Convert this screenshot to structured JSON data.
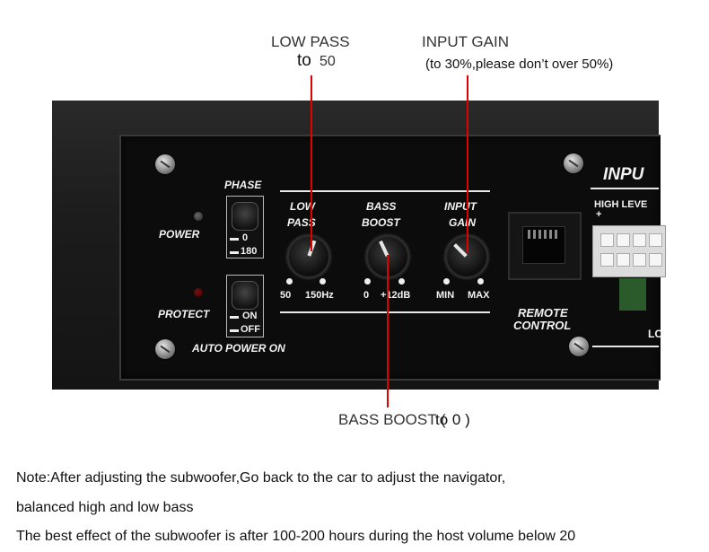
{
  "callouts": {
    "low_pass": {
      "title": "LOW PASS",
      "to": "to",
      "value": "50"
    },
    "input_gain": {
      "title": "INPUT GAIN",
      "note": "(to 30%,please don’t over 50%)"
    },
    "bass_boost": {
      "title": "BASS BOOST (",
      "note": "to 0    )"
    }
  },
  "panel": {
    "phase_label": "PHASE",
    "phase_0": "0",
    "phase_180": "180",
    "power_label": "POWER",
    "protect_label": "PROTECT",
    "auto_on": "ON",
    "auto_off": "OFF",
    "auto_power_label": "AUTO POWER ON",
    "low_pass_label_1": "LOW",
    "low_pass_label_2": "PASS",
    "low_pass_min": "50",
    "low_pass_max": "150Hz",
    "bass_boost_label_1": "BASS",
    "bass_boost_label_2": "BOOST",
    "bass_boost_min": "0",
    "bass_boost_max": "+12dB",
    "input_gain_label_1": "INPUT",
    "input_gain_label_2": "GAIN",
    "input_gain_min": "MIN",
    "input_gain_max": "MAX",
    "remote_label_1": "REMOTE",
    "remote_label_2": "CONTROL",
    "input_header": "INPU",
    "high_level": "HIGH LEVE",
    "plus": "+",
    "low_partial": "LO"
  },
  "notes": [
    "Note:After adjusting the subwoofer,Go back to the car to adjust the navigator,",
    "balanced high and low bass",
    "The best effect of the subwoofer is after 100-200 hours during the host volume below 20"
  ],
  "colors": {
    "leader": "#e00000",
    "silkscreen": "#f2f2f2",
    "body": "#1c1c1c"
  }
}
